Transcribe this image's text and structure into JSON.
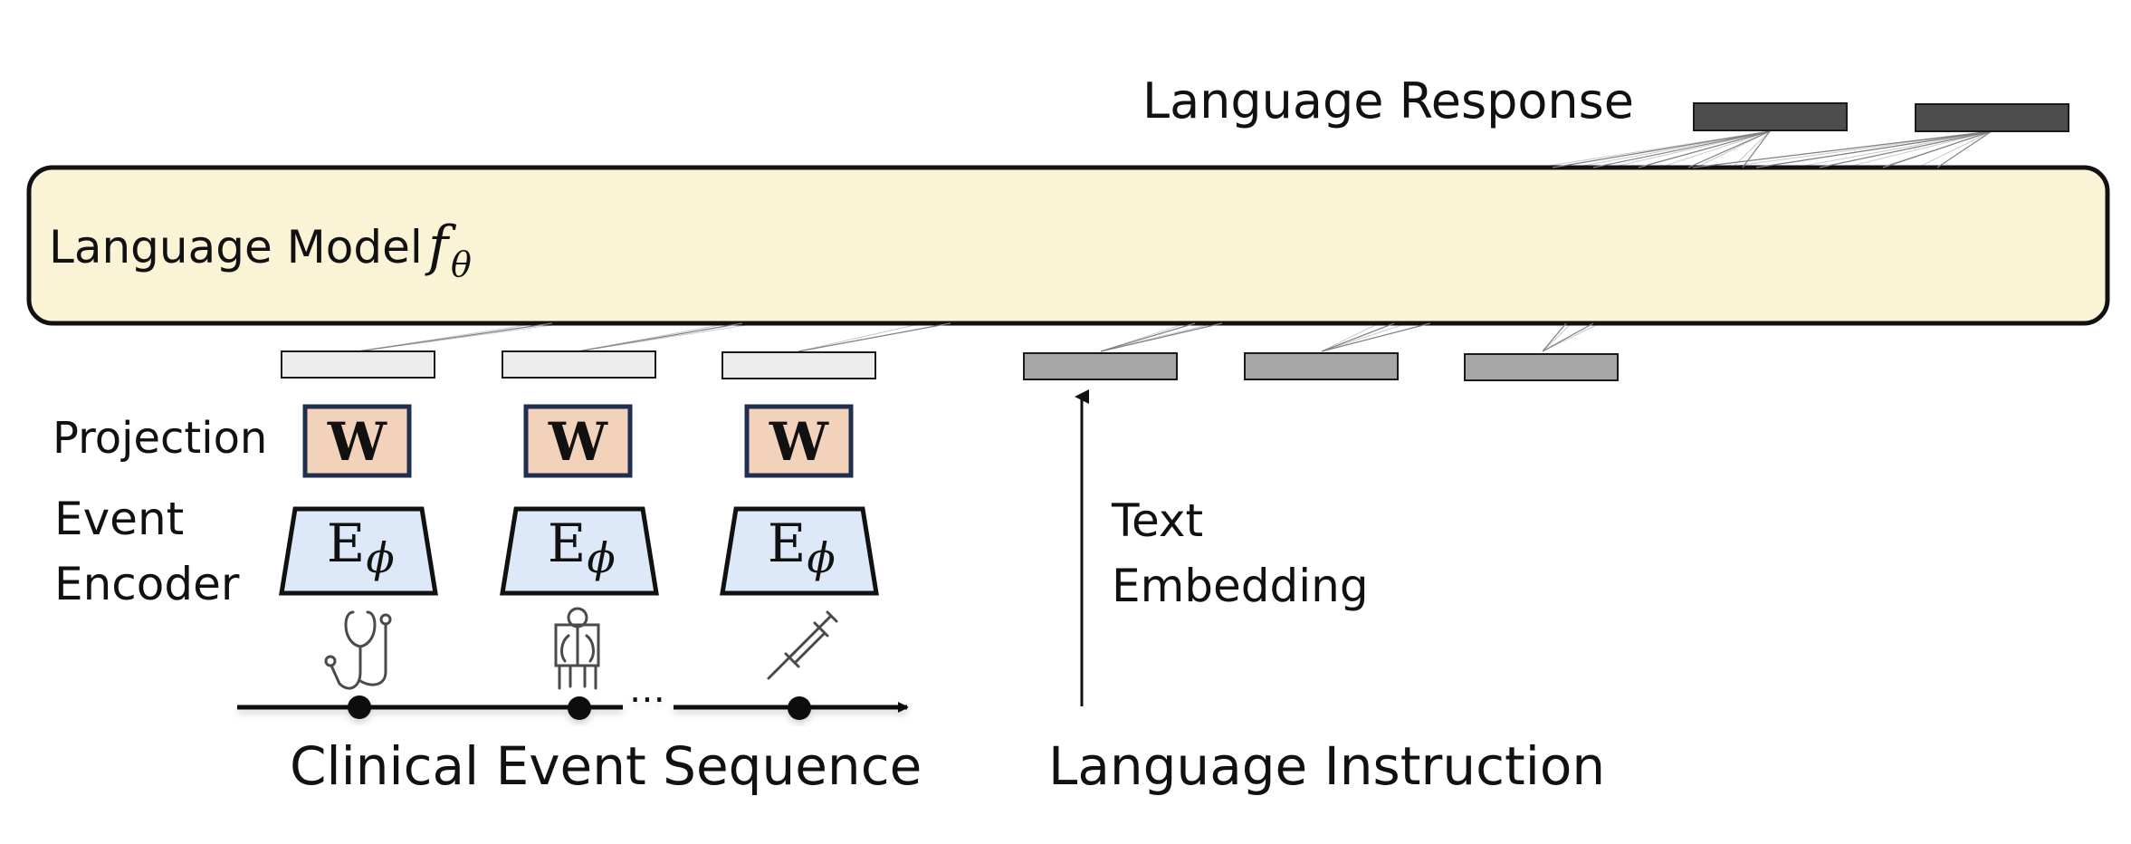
{
  "diagram": {
    "language_response": {
      "label": "Language Response"
    },
    "language_model": {
      "label": "Language Model",
      "symbol": "f",
      "subscript": "θ",
      "fill": "#fbf3d6"
    },
    "projection": {
      "label": "Projection",
      "matrix_symbol": "W",
      "fill": "#f3d2bc"
    },
    "event_encoder": {
      "label_line1": "Event",
      "label_line2": "Encoder",
      "symbol": "E",
      "subscript": "ϕ",
      "fill": "#dde9f8"
    },
    "text_embedding": {
      "label_line1": "Text",
      "label_line2": "Embedding"
    },
    "clinical_event_sequence": {
      "label": "Clinical Event Sequence",
      "ellipsis": "⋯",
      "event_icons": [
        "stethoscope-icon",
        "chest-xray-icon",
        "syringe-icon"
      ]
    },
    "language_instruction": {
      "label": "Language Instruction"
    },
    "colors": {
      "event_token": "#ececec",
      "text_token": "#a6a6a6",
      "response_token": "#4d4d4d",
      "outline": "#1a1a1a",
      "projection_border": "#1f2f4f"
    }
  }
}
